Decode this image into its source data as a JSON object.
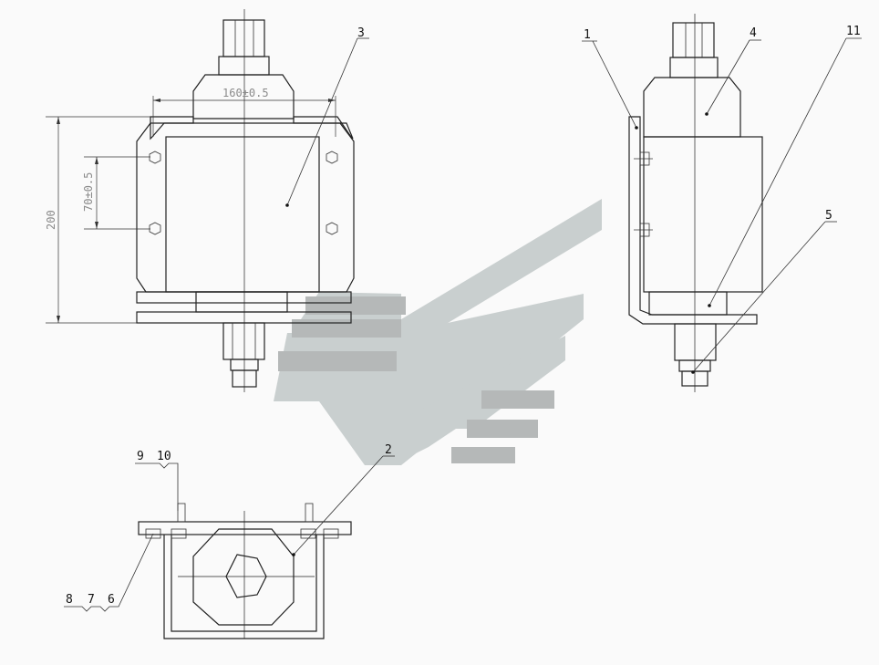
{
  "dimensions": {
    "width_label": "160±0.5",
    "height_label": "200",
    "hole_pitch_label": "70±0.5"
  },
  "parts": {
    "p1": "1",
    "p2": "2",
    "p3": "3",
    "p4": "4",
    "p5": "5",
    "p6": "6",
    "p7": "7",
    "p8": "8",
    "p9": "9",
    "p10": "10",
    "p11": "11"
  },
  "colors": {
    "line": "#222222",
    "watermark_light": "#c9cfcf",
    "watermark_dark": "#b5b8b8",
    "dimension_text": "#8a8a8a"
  }
}
